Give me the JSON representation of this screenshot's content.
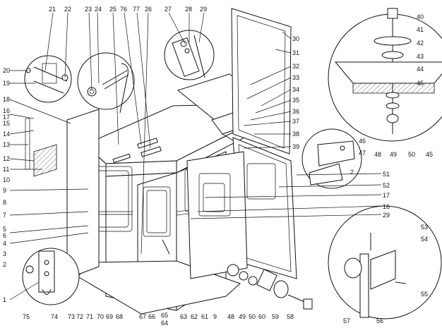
{
  "diagram": {
    "callouts": {
      "c1": "1",
      "c2": "2",
      "c3": "3",
      "c4": "4",
      "c5": "5",
      "c6": "6",
      "c7": "7",
      "c8": "8",
      "c9": "9",
      "c10": "10",
      "c11": "11",
      "c12": "12",
      "c13": "13",
      "c14": "14",
      "c15": "15",
      "c16": "16",
      "c17": "17",
      "c18": "18",
      "c19": "19",
      "c20": "20",
      "c21": "21",
      "c22": "22",
      "c23": "23",
      "c24": "24",
      "c25": "25",
      "c26": "26",
      "c27": "27",
      "c28": "28",
      "c29": "29",
      "c30": "30",
      "c31": "31",
      "c32": "32",
      "c33": "33",
      "c34": "34",
      "c35": "35",
      "c36": "36",
      "c37": "37",
      "c38": "38",
      "c39": "39",
      "c40": "40",
      "c41": "41",
      "c42": "42",
      "c43": "43",
      "c44": "44",
      "c45": "45",
      "c46": "46",
      "c47": "47",
      "c48": "48",
      "c49": "49",
      "c50": "50",
      "c51": "51",
      "c52": "52",
      "c53": "53",
      "c54": "54",
      "c55": "55",
      "c56": "56",
      "c57": "57",
      "c58": "58",
      "c59": "59",
      "c60": "60",
      "c61": "61",
      "c62": "62",
      "c63": "63",
      "c64": "64",
      "c65": "65",
      "c66": "66",
      "c67": "67",
      "c68": "68",
      "c69": "69",
      "c70": "70",
      "c71": "71",
      "c72": "72",
      "c73": "73",
      "c74": "74",
      "c75": "75",
      "c76": "76",
      "c77": "77"
    }
  }
}
